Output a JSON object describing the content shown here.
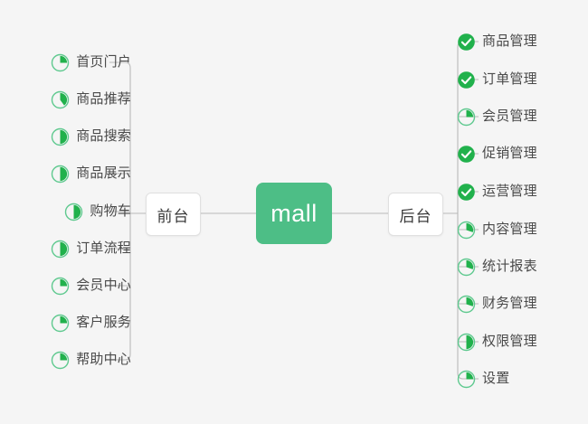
{
  "diagram": {
    "title": "mall",
    "background_color": "#f5f5f5",
    "accent_color": "#4dbe86",
    "check_color": "#21b14c",
    "ring_color": "#5fc98f",
    "text_color": "#4a4a4a",
    "root": {
      "label": "mall"
    },
    "branches": [
      {
        "id": "front",
        "node_label": "前台",
        "side": "left",
        "items": [
          {
            "label": "首页门户",
            "icon": "pie-progress-icon",
            "progress": 25,
            "state": "in-progress"
          },
          {
            "label": "商品推荐",
            "icon": "pie-progress-icon",
            "progress": 40,
            "state": "in-progress"
          },
          {
            "label": "商品搜索",
            "icon": "pie-progress-icon",
            "progress": 50,
            "state": "in-progress"
          },
          {
            "label": "商品展示",
            "icon": "pie-progress-icon",
            "progress": 50,
            "state": "in-progress"
          },
          {
            "label": "购物车",
            "icon": "pie-progress-icon",
            "progress": 50,
            "state": "in-progress"
          },
          {
            "label": "订单流程",
            "icon": "pie-progress-icon",
            "progress": 50,
            "state": "in-progress"
          },
          {
            "label": "会员中心",
            "icon": "pie-progress-icon",
            "progress": 25,
            "state": "in-progress"
          },
          {
            "label": "客户服务",
            "icon": "pie-progress-icon",
            "progress": 25,
            "state": "in-progress"
          },
          {
            "label": "帮助中心",
            "icon": "pie-progress-icon",
            "progress": 25,
            "state": "in-progress"
          }
        ]
      },
      {
        "id": "back",
        "node_label": "后台",
        "side": "right",
        "items": [
          {
            "label": "商品管理",
            "icon": "check-circle-icon",
            "progress": 100,
            "state": "done"
          },
          {
            "label": "订单管理",
            "icon": "check-circle-icon",
            "progress": 100,
            "state": "done"
          },
          {
            "label": "会员管理",
            "icon": "pie-progress-icon",
            "progress": 25,
            "state": "in-progress"
          },
          {
            "label": "促销管理",
            "icon": "check-circle-icon",
            "progress": 100,
            "state": "done"
          },
          {
            "label": "运营管理",
            "icon": "check-circle-icon",
            "progress": 100,
            "state": "done"
          },
          {
            "label": "内容管理",
            "icon": "pie-progress-icon",
            "progress": 30,
            "state": "in-progress"
          },
          {
            "label": "统计报表",
            "icon": "pie-progress-icon",
            "progress": 30,
            "state": "in-progress"
          },
          {
            "label": "财务管理",
            "icon": "pie-progress-icon",
            "progress": 30,
            "state": "in-progress"
          },
          {
            "label": "权限管理",
            "icon": "pie-progress-icon",
            "progress": 50,
            "state": "in-progress"
          },
          {
            "label": "设置",
            "icon": "pie-progress-icon",
            "progress": 25,
            "state": "in-progress"
          }
        ]
      }
    ]
  }
}
